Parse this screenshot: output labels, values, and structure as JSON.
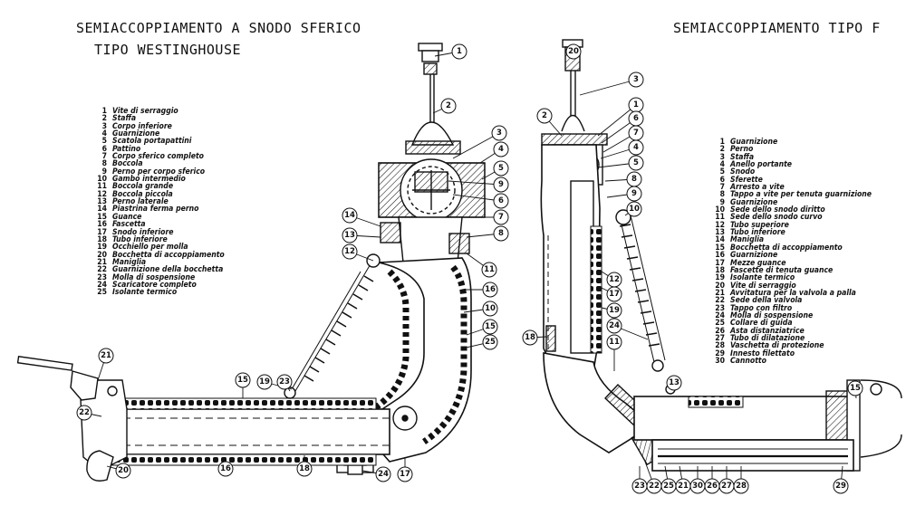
{
  "left": {
    "title_line1": "SEMIACCOPPIAMENTO A SNODO SFERICO",
    "title_line2": "TIPO WESTINGHOUSE",
    "legend": [
      {
        "n": "1",
        "label": "Vite di serraggio"
      },
      {
        "n": "2",
        "label": "Staffa"
      },
      {
        "n": "3",
        "label": "Corpo inferiore"
      },
      {
        "n": "4",
        "label": "Guarnizione"
      },
      {
        "n": "5",
        "label": "Scatola portapattini"
      },
      {
        "n": "6",
        "label": "Pattino"
      },
      {
        "n": "7",
        "label": "Corpo sferico completo"
      },
      {
        "n": "8",
        "label": "Boccola"
      },
      {
        "n": "9",
        "label": "Perno per corpo sferico"
      },
      {
        "n": "10",
        "label": "Gambo intermedio"
      },
      {
        "n": "11",
        "label": "Boccola grande"
      },
      {
        "n": "12",
        "label": "Boccola piccola"
      },
      {
        "n": "13",
        "label": "Perno laterale"
      },
      {
        "n": "14",
        "label": "Piastrina ferma perno"
      },
      {
        "n": "15",
        "label": "Guance"
      },
      {
        "n": "16",
        "label": "Fascetta"
      },
      {
        "n": "17",
        "label": "Snodo inferiore"
      },
      {
        "n": "18",
        "label": "Tubo inferiore"
      },
      {
        "n": "19",
        "label": "Occhiello per molla"
      },
      {
        "n": "20",
        "label": "Bocchetta di accoppiamento"
      },
      {
        "n": "21",
        "label": "Maniglia"
      },
      {
        "n": "22",
        "label": "Guarnizione della bocchetta"
      },
      {
        "n": "23",
        "label": "Molla di sospensione"
      },
      {
        "n": "24",
        "label": "Scaricatore completo"
      },
      {
        "n": "25",
        "label": "Isolante termico"
      }
    ]
  },
  "right": {
    "title": "SEMIACCOPPIAMENTO TIPO F",
    "legend": [
      {
        "n": "1",
        "label": "Guarnizione"
      },
      {
        "n": "2",
        "label": "Perno"
      },
      {
        "n": "3",
        "label": "Staffa"
      },
      {
        "n": "4",
        "label": "Anello portante"
      },
      {
        "n": "5",
        "label": "Snodo"
      },
      {
        "n": "6",
        "label": "Sferette"
      },
      {
        "n": "7",
        "label": "Arresto a vite"
      },
      {
        "n": "8",
        "label": "Tappo a vite per tenuta guarnizione"
      },
      {
        "n": "9",
        "label": "Guarnizione"
      },
      {
        "n": "10",
        "label": "Sede dello snodo diritto"
      },
      {
        "n": "11",
        "label": "Sede dello snodo curvo"
      },
      {
        "n": "12",
        "label": "Tubo superiore"
      },
      {
        "n": "13",
        "label": "Tubo inferiore"
      },
      {
        "n": "14",
        "label": "Maniglia"
      },
      {
        "n": "15",
        "label": "Bocchetta di accoppiamento"
      },
      {
        "n": "16",
        "label": "Guarnizione"
      },
      {
        "n": "17",
        "label": "Mezze guance"
      },
      {
        "n": "18",
        "label": "Fascette di tenuta guance"
      },
      {
        "n": "19",
        "label": "Isolante termico"
      },
      {
        "n": "20",
        "label": "Vite di serraggio"
      },
      {
        "n": "21",
        "label": "Avvitatura per la valvola a palla"
      },
      {
        "n": "22",
        "label": "Sede della valvola"
      },
      {
        "n": "23",
        "label": "Tappo con filtro"
      },
      {
        "n": "24",
        "label": "Molla di sospensione"
      },
      {
        "n": "25",
        "label": "Collare di guida"
      },
      {
        "n": "26",
        "label": "Asta distanziatrice"
      },
      {
        "n": "27",
        "label": "Tubo di dilatazione"
      },
      {
        "n": "28",
        "label": "Vaschetta di protezione"
      },
      {
        "n": "29",
        "label": "Innesto filettato"
      },
      {
        "n": "30",
        "label": "Cannotto"
      }
    ]
  },
  "callouts_left": [
    "1",
    "2",
    "3",
    "4",
    "5",
    "9",
    "6",
    "7",
    "8",
    "14",
    "13",
    "12",
    "11",
    "16",
    "10",
    "15",
    "25",
    "21",
    "22",
    "15",
    "19",
    "23",
    "20",
    "16",
    "18",
    "24",
    "17"
  ],
  "callouts_right": [
    "20",
    "3",
    "2",
    "1",
    "6",
    "7",
    "4",
    "5",
    "8",
    "9",
    "10",
    "12",
    "17",
    "19",
    "24",
    "18",
    "11",
    "13",
    "15",
    "22",
    "23",
    "25",
    "21",
    "30",
    "26",
    "27",
    "28",
    "29"
  ]
}
